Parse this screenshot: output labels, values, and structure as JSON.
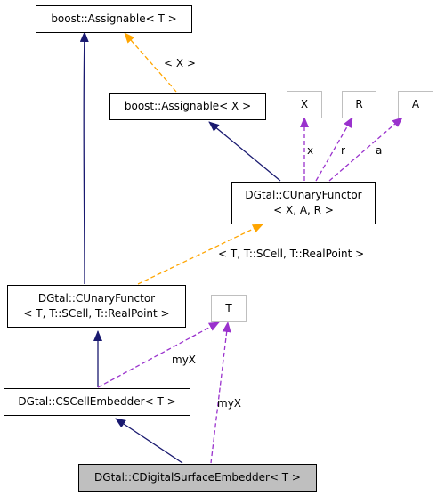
{
  "nodes": {
    "assignable_T": "boost::Assignable< T >",
    "assignable_X": "boost::Assignable< X >",
    "X": "X",
    "R": "R",
    "A": "A",
    "cunary_xar_line1": "DGtal::CUnaryFunctor",
    "cunary_xar_line2": "< X, A, R >",
    "cunary_t_line1": "DGtal::CUnaryFunctor",
    "cunary_t_line2": "< T, T::SCell, T::RealPoint >",
    "T": "T",
    "cscell": "DGtal::CSCellEmbedder< T >",
    "cdigital": "DGtal::CDigitalSurfaceEmbedder< T >"
  },
  "edge_labels": {
    "template_X": "< X >",
    "x": "x",
    "r": "r",
    "a": "a",
    "template_T_scell": "< T, T::SCell, T::RealPoint >",
    "myX_left": "myX",
    "myX_right": "myX"
  },
  "colors": {
    "inheritance": "#191970",
    "template": "#ffa500",
    "usage": "#9a32cd",
    "highlight_fill": "#bfbfbf",
    "grey_border": "#bfbfbf"
  }
}
